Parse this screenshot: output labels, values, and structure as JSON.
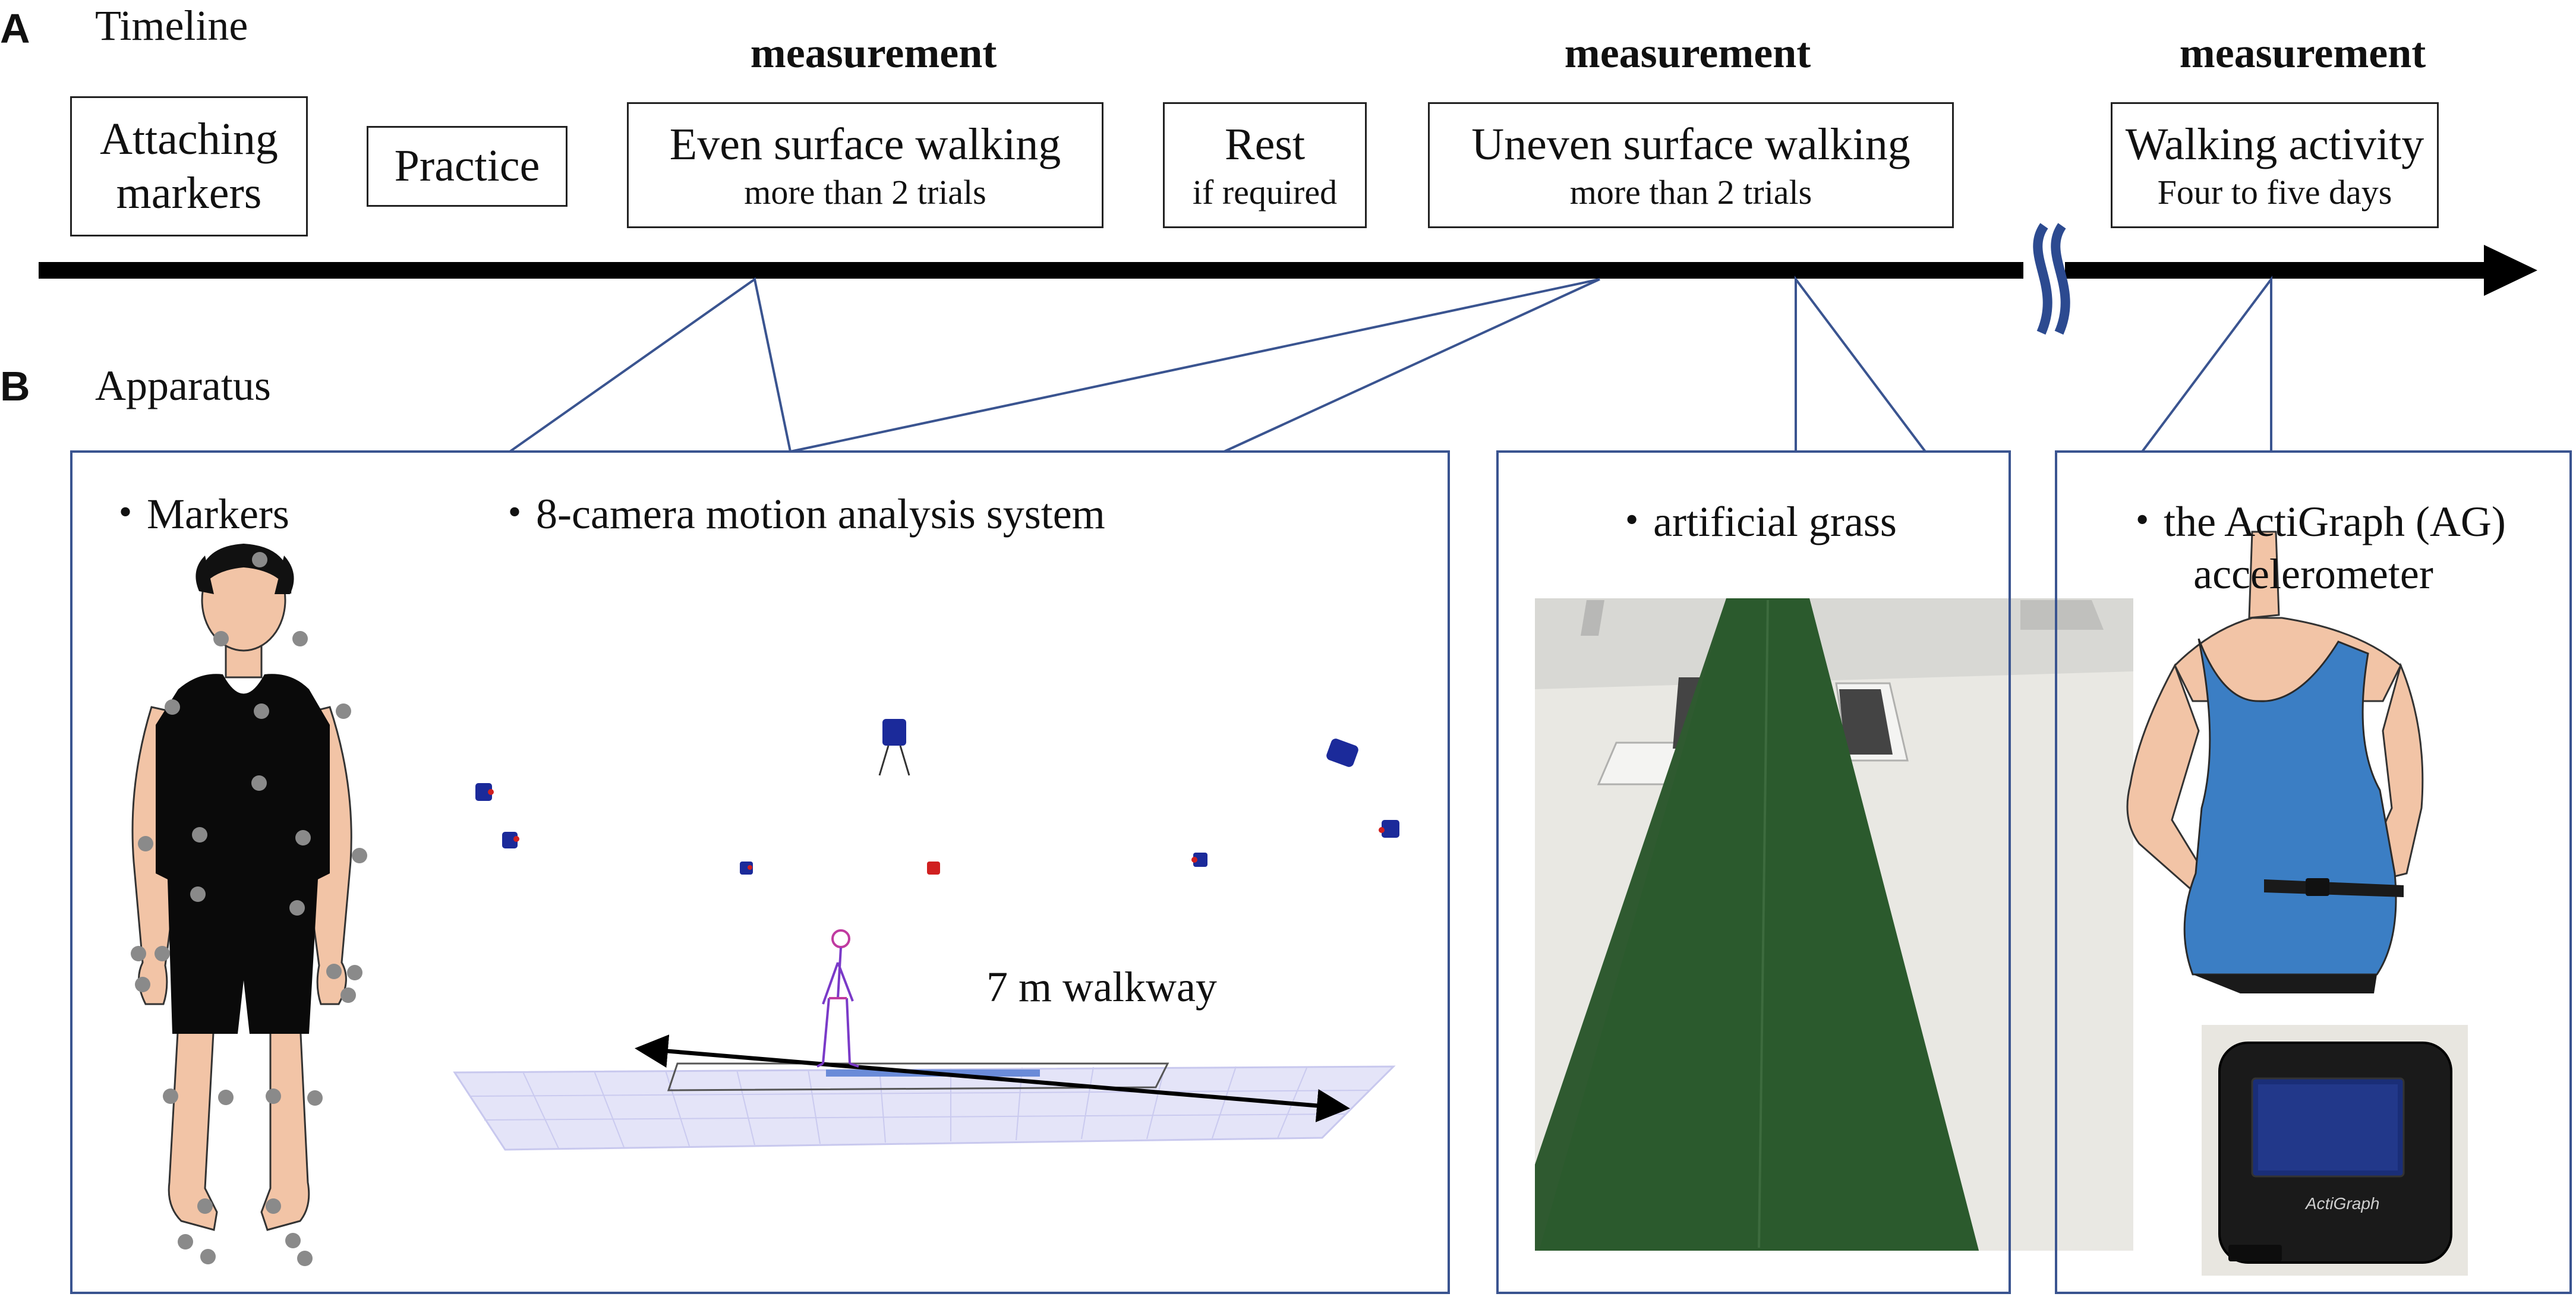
{
  "panel_a": {
    "letter": "A",
    "title": "Timeline",
    "measurement_label": "measurement",
    "steps": [
      {
        "main": "Attaching markers",
        "sub": ""
      },
      {
        "main": "Practice",
        "sub": ""
      },
      {
        "main": "Even surface walking",
        "sub": "more than 2 trials"
      },
      {
        "main": "Rest",
        "sub": "if required"
      },
      {
        "main": "Uneven surface walking",
        "sub": "more than 2 trials"
      },
      {
        "main": "Walking activity",
        "sub": "Four to five days"
      }
    ]
  },
  "panel_b": {
    "letter": "B",
    "title": "Apparatus",
    "markers_label": "・Markers",
    "camera_label": "・8-camera motion analysis system",
    "walkway_label": "7 m walkway",
    "grass_label": "・artificial grass",
    "ag_label_line1": "・the ActiGraph (AG)",
    "ag_label_line2": "accelerometer",
    "device_brand": "ActiGraph"
  },
  "colors": {
    "connector": "#3a5490",
    "axis": "#000000",
    "skin": "#f2c4a6",
    "suit": "#0a0a0a",
    "marker": "#8a8a8a",
    "camera": "#1b2a9a",
    "grid": "#c8c8ee",
    "grass": "#2f5a30",
    "tank": "#3b7ec4"
  }
}
